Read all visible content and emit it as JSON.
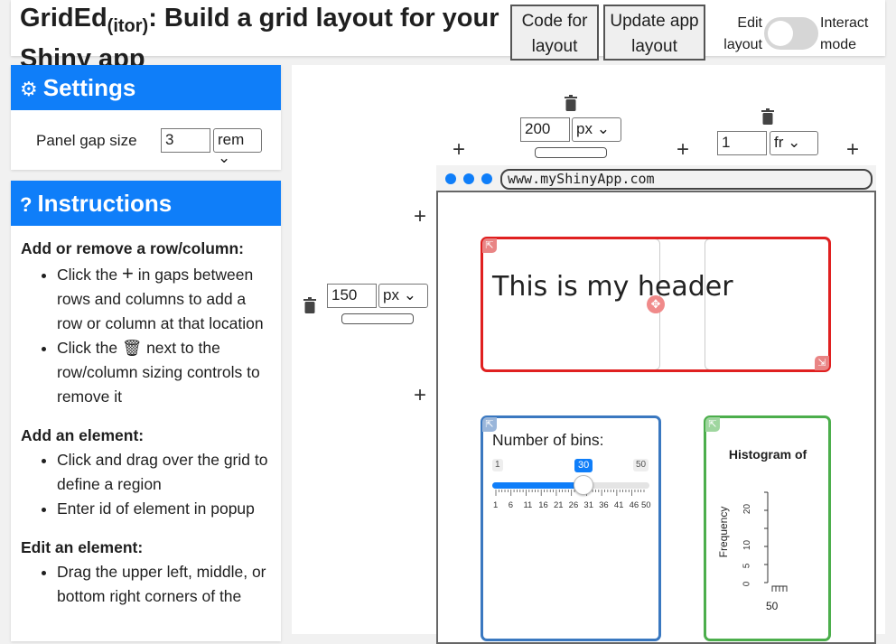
{
  "header": {
    "title_main": "GridEd",
    "title_sub": "(itor)",
    "title_rest": ": Build a grid layout for your Shiny app",
    "code_button": "Code for layout",
    "update_button": "Update app layout",
    "edit_label": "Edit layout",
    "interact_label": "Interact mode"
  },
  "settings": {
    "title": "Settings",
    "gap_label": "Panel gap size",
    "gap_value": "3",
    "gap_unit": "rem"
  },
  "instructions": {
    "title": "Instructions",
    "sections": [
      {
        "title": "Add or remove a row/column:",
        "items": [
          "Click the",
          "in gaps between rows and columns to add a row or column at that location",
          "Click the",
          "next to the row/column sizing controls to remove it"
        ]
      },
      {
        "title": "Add an element:",
        "items": [
          "Click and drag over the grid to define a region",
          "Enter id of element in popup"
        ]
      },
      {
        "title": "Edit an element:",
        "items": [
          "Drag the upper left, middle, or bottom right corners of the"
        ]
      }
    ]
  },
  "grid": {
    "col1": {
      "value": "200",
      "unit": "px"
    },
    "col2": {
      "value": "1",
      "unit": "fr"
    },
    "row1": {
      "value": "150",
      "unit": "px"
    },
    "url": "www.myShinyApp.com",
    "header_text": "This is my header",
    "bins_label": "Number of bins:",
    "slider": {
      "min": "1",
      "max": "50",
      "value": "30",
      "ticks": [
        "1",
        "6",
        "11",
        "16",
        "21",
        "26",
        "31",
        "36",
        "41",
        "46",
        "50"
      ]
    },
    "plot_title": "Histogram of",
    "plot_ylabel": "Frequency",
    "plot_yticks": [
      "0",
      "5",
      "10",
      "20"
    ],
    "plot_xtick": "50"
  },
  "colors": {
    "accent": "#0f7ef9",
    "header_item": "#e02020",
    "bins_item": "#3a78c0",
    "plot_item": "#4cae4c"
  },
  "icons": [
    "gear-icon",
    "question-icon",
    "plus-icon",
    "trash-icon",
    "move-icon",
    "resize-icon"
  ]
}
